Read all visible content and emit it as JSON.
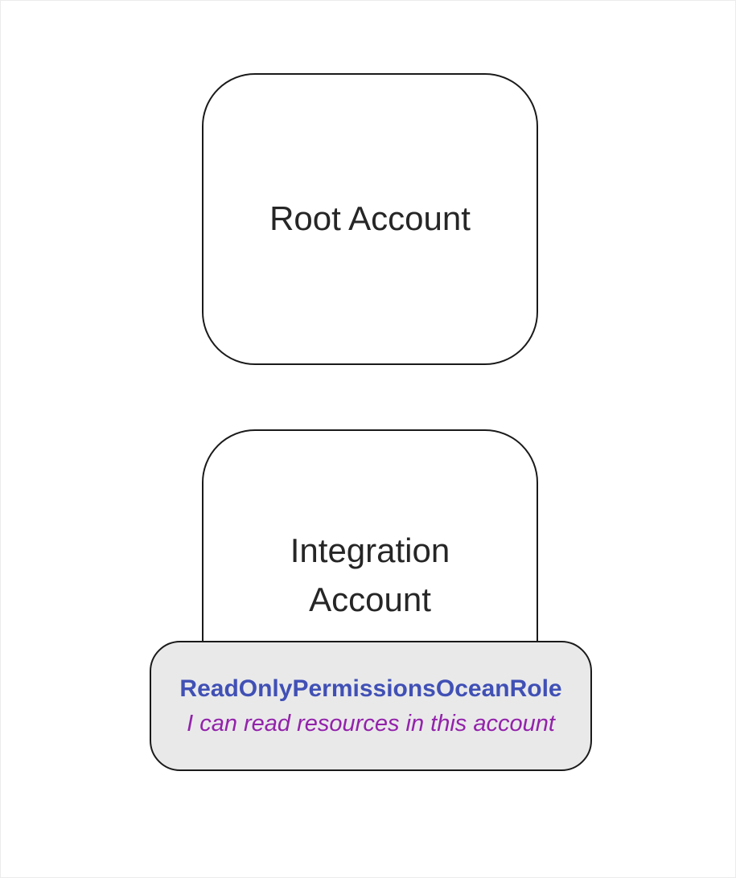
{
  "diagram": {
    "root_account": {
      "label": "Root Account"
    },
    "integration_account": {
      "label": "Integration Account"
    },
    "role_badge": {
      "name": "ReadOnlyPermissionsOceanRole",
      "description": "I can read resources in this account"
    },
    "colors": {
      "node_border": "#1a1a1a",
      "node_fill": "#ffffff",
      "node_text": "#262626",
      "badge_fill": "#e9e9ea",
      "role_name": "#4050b5",
      "role_description": "#9322aa"
    }
  }
}
